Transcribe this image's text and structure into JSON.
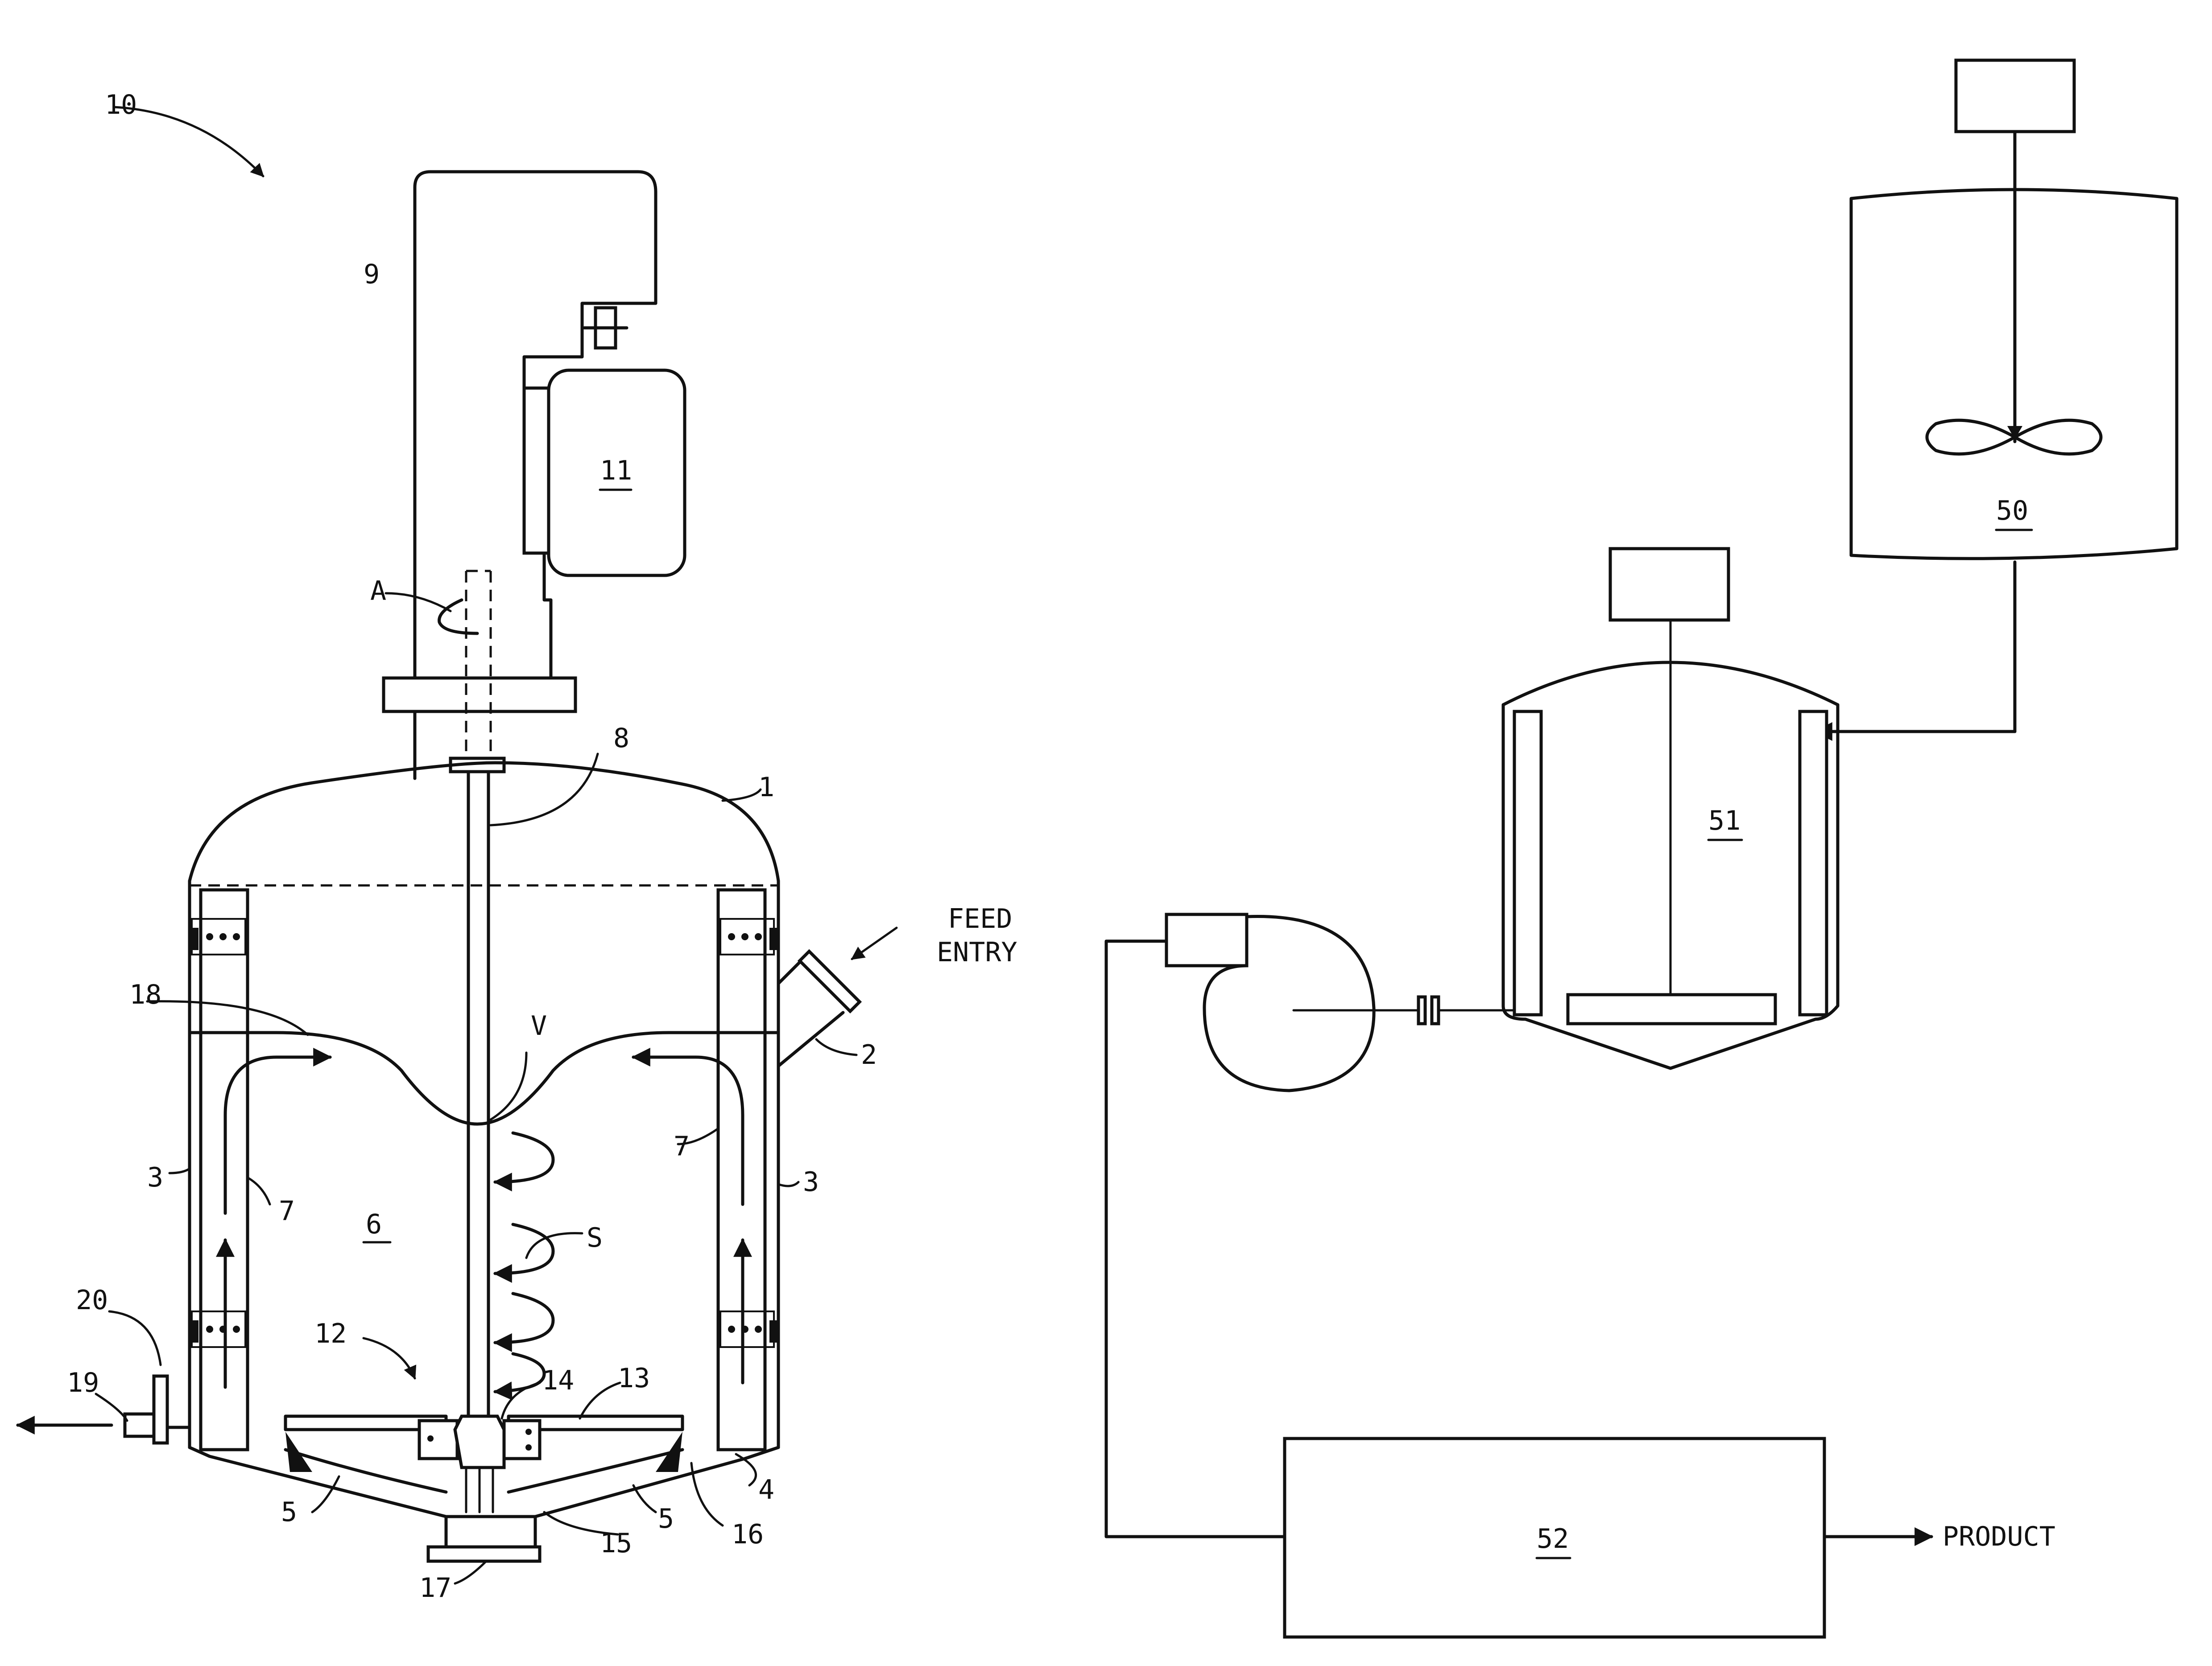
{
  "figure": {
    "labels": {
      "ref_10": "10",
      "ref_9": "9",
      "ref_11": "11",
      "ref_a": "A",
      "ref_8": "8",
      "ref_1": "1",
      "ref_18": "18",
      "ref_v": "V",
      "ref_2": "2",
      "ref_3_left": "3",
      "ref_3_right": "3",
      "ref_7_left": "7",
      "ref_7_right": "7",
      "ref_6": "6",
      "ref_s": "S",
      "ref_20": "20",
      "ref_12": "12",
      "ref_19": "19",
      "ref_14": "14",
      "ref_13": "13",
      "ref_4": "4",
      "ref_5_left": "5",
      "ref_5_right": "5",
      "ref_15": "15",
      "ref_16": "16",
      "ref_17": "17",
      "feed_entry_line1": "FEED",
      "feed_entry_line2": "ENTRY",
      "ref_50": "50",
      "ref_51": "51",
      "ref_52": "52",
      "product": "PRODUCT"
    }
  }
}
